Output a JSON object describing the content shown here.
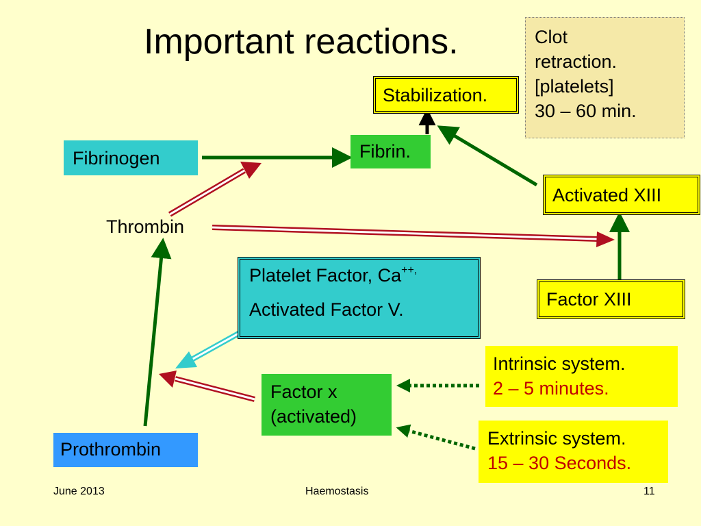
{
  "title": "Important reactions.",
  "clot_note": {
    "line1": "Clot",
    "line2": "retraction.",
    "line3": "[platelets]",
    "line4": "30 – 60 min."
  },
  "nodes": {
    "stabilization": "Stabilization.",
    "fibrin": "Fibrin.",
    "fibrinogen": "Fibrinogen",
    "thrombin": "Thrombin",
    "activated_xiii": "Activated XIII",
    "platelet_factor_line1": "Platelet Factor, Ca",
    "platelet_factor_superscript": "++,",
    "platelet_factor_line2": "Activated Factor V.",
    "factor_xiii": "Factor XIII",
    "factor_x_line1": "Factor x",
    "factor_x_line2": "(activated)",
    "prothrombin": "Prothrombin"
  },
  "intrinsic": {
    "label": "Intrinsic system.",
    "time": "2 – 5 minutes."
  },
  "extrinsic": {
    "label": "Extrinsic system.",
    "time": "15 – 30 Seconds."
  },
  "footer": {
    "date": "June 2013",
    "topic": "Haemostasis",
    "page": "11"
  },
  "colors": {
    "background": "#ffffcc",
    "teal": "#33cccc",
    "green": "#33cc33",
    "blue": "#3399ff",
    "yellow": "#ffff00",
    "note": "#f5e9a8",
    "arrow_green": "#006600",
    "arrow_red": "#b01020",
    "arrow_cyan": "#33cccc",
    "text_red": "#c00000"
  }
}
